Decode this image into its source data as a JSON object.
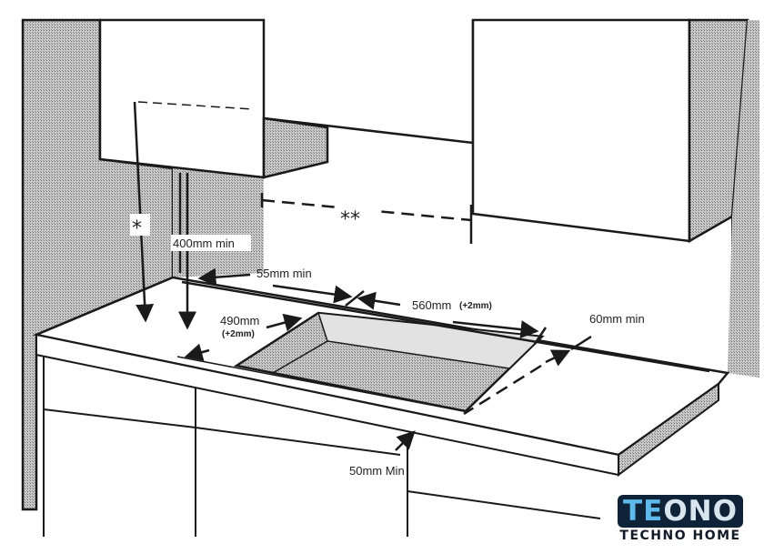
{
  "diagram": {
    "labels": {
      "wall_clearance_marker": "*",
      "min_height_under_cabinet": "400mm min",
      "cabinet_gap_marker": "**",
      "back_clearance": "55mm min",
      "cutout_width": "560mm",
      "cutout_width_tolerance": "(+2mm)",
      "cutout_depth": "490mm",
      "cutout_depth_tolerance": "(+2mm)",
      "side_clearance": "60mm min",
      "front_clearance": "50mm Min"
    }
  },
  "logo": {
    "brand": "TEONO",
    "brand_first": "TE",
    "brand_rest": "ONO",
    "tagline": "TECHNO HOME"
  },
  "colors": {
    "line": "#1a1a1a",
    "shade": "#9a9a9a",
    "logo_bg": "#0e2238",
    "logo_accent": "#5fb9ea"
  }
}
